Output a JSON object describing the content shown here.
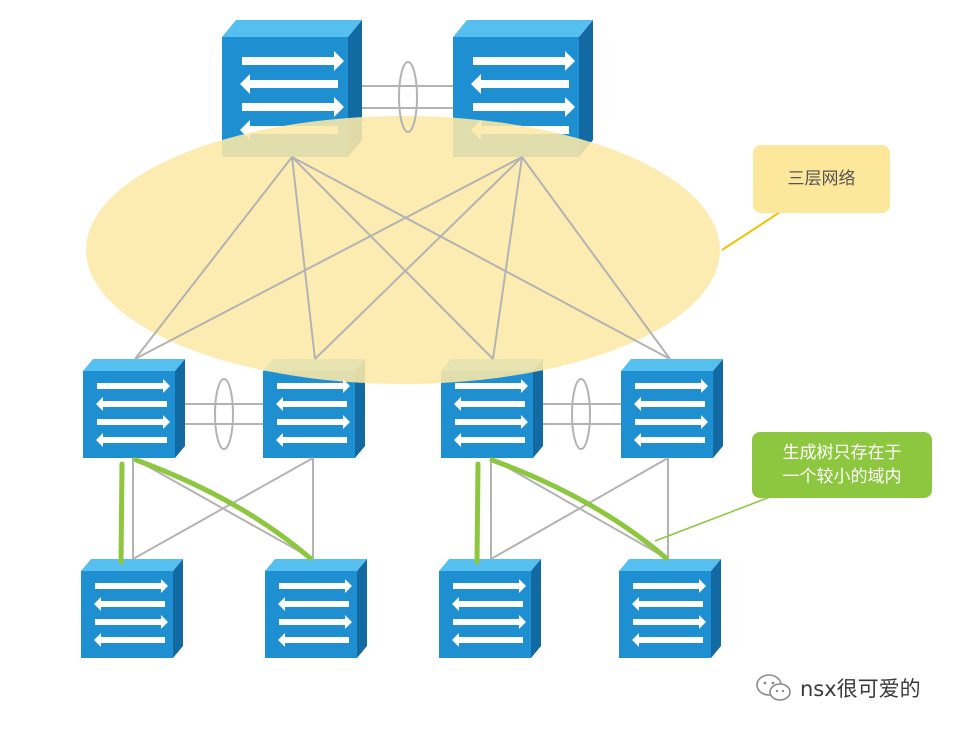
{
  "diagram": {
    "label_layer3": "三层网络",
    "label_stp": "生成树只存在于\n一个较小的域内",
    "watermark": "nsx很可爱的",
    "icons": {
      "switch": "switch-icon",
      "link_aggregation": "link-aggregation-icon",
      "watermark": "wechat-icon"
    },
    "colors": {
      "switch_front": "#1e8fd0",
      "switch_top": "#55bff0",
      "switch_side": "#136aa3",
      "arrow": "#ffffff",
      "link": "#b3b3b3",
      "ellipse": "#fde9a7",
      "stp_link": "#8dc63f",
      "callout_l3": "#fde79a",
      "callout_stp": "#8dc63f"
    }
  }
}
